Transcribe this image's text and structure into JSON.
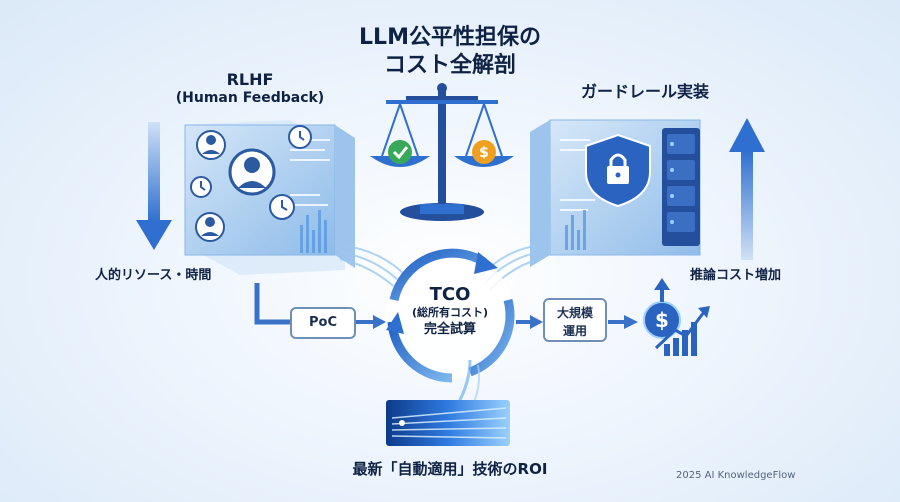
{
  "title": {
    "line1": "LLM公平性担保の",
    "line2": "コスト全解剖"
  },
  "left": {
    "heading": "RLHF",
    "subheading": "(Human Feedback)",
    "arrow_label": "人的リソース・時間"
  },
  "right": {
    "heading": "ガードレール実装",
    "arrow_label": "推論コスト増加"
  },
  "center": {
    "line1": "TCO",
    "line2": "(総所有コスト)",
    "line3": "完全試算"
  },
  "nodes": {
    "poc": "PoC",
    "scale_line1": "大規模",
    "scale_line2": "運用"
  },
  "bottom": {
    "caption": "最新「自動適用」技術のROI"
  },
  "footer": {
    "credit": "2025 AI KnowledgeFlow"
  },
  "icons": {
    "left_panel": [
      "person-icon",
      "clock-icon"
    ],
    "right_panel": [
      "shield-lock-icon",
      "server-icon"
    ],
    "scale": [
      "check-icon",
      "dollar-icon"
    ],
    "roi": [
      "dollar-coin-icon",
      "growth-chart-icon"
    ]
  },
  "colors": {
    "accent_blue": "#2f6fd0",
    "check_green": "#3aa85a",
    "coin_orange": "#f0a020"
  }
}
